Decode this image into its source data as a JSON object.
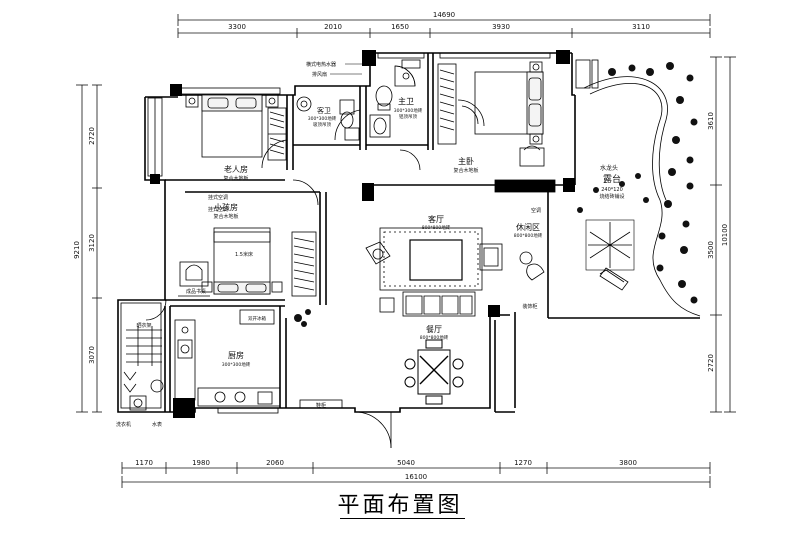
{
  "title": "平面布置图",
  "dims_top": {
    "total": "14690",
    "segments": [
      "3300",
      "2010",
      "1650",
      "3930",
      "3110"
    ]
  },
  "dims_bottom": {
    "total": "16100",
    "segments": [
      "1170",
      "1980",
      "2060",
      "5040",
      "1270",
      "3800"
    ]
  },
  "dims_left": {
    "total": "9210",
    "segments": [
      "2720",
      "3120",
      "3070"
    ]
  },
  "dims_right": {
    "total": "10100",
    "segments": [
      "3610",
      "3500",
      "2720"
    ]
  },
  "rooms": {
    "elder_room": {
      "name": "老人房",
      "floor": "复合木地板"
    },
    "small_room": {
      "name": "小孩房",
      "floor": "复合木地板"
    },
    "guest_bath": {
      "name": "客卫",
      "floor": "300*300地砖",
      "ceiling": "吸顶吊顶"
    },
    "master_bath": {
      "name": "主卫",
      "floor": "300*300地砖",
      "ceiling": "铝顶吊顶"
    },
    "master_bed": {
      "name": "主卧",
      "floor": "复合木地板"
    },
    "living": {
      "name": "客厅",
      "floor": "800*800地砖"
    },
    "leisure": {
      "name": "休闲区",
      "floor": "800*800地砖"
    },
    "dining": {
      "name": "餐厅",
      "floor": "800*800地砖"
    },
    "kitchen": {
      "name": "厨房",
      "floor": "300*300地砖"
    },
    "terrace": {
      "name": "露台",
      "floor_size": "240*120",
      "floor": "烧结砖铺设"
    }
  },
  "labels": {
    "water_heater": "横式电热水器",
    "exhaust_fan": "排风扇",
    "ac_1": "挂式空调",
    "ac_2": "挂式空调",
    "ac_3": "空调",
    "bed_size": "1.5米床",
    "bookcase": "成品书桌",
    "balcony": "晒衣架",
    "washer": "洗衣机",
    "water_pipe": "水表",
    "fridge": "双开冰箱",
    "shoe_cab": "鞋柜",
    "tap": "水龙头",
    "partition": "装饰柜"
  }
}
